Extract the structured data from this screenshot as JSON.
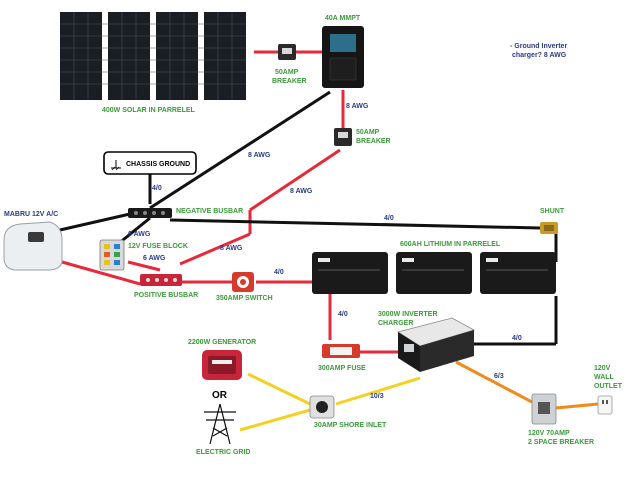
{
  "labels": {
    "solar": "400W SOLAR IN PARRELEL",
    "mppt": "40A MMPT",
    "breaker_top_1": "50AMP",
    "breaker_top_2": "BREAKER",
    "breaker_mid_1": "50AMP",
    "breaker_mid_2": "BREAKER",
    "awg8_a": "8 AWG",
    "awg8_b": "8 AWG",
    "awg8_c": "8 AWG",
    "awg8_d": "8 AWG",
    "note_1": "- Ground Inverter",
    "note_2": "charger? 8 AWG",
    "chassis": "CHASSIS GROUND",
    "ac": "MABRU 12V A/C",
    "neg_busbar": "NEGATIVE BUSBAR",
    "fuse_block": "12V FUSE BLOCK",
    "awg6_a": "6 AWG",
    "awg6_b": "6 AWG",
    "pos_busbar": "POSITIVE BUSBAR",
    "switch": "350AMP SWITCH",
    "lithium": "600AH LITHIUM IN PARRELEL",
    "shunt": "SHUNT",
    "g40_a": "4/0",
    "g40_b": "4/0",
    "g40_c": "4/0",
    "g40_d": "4/0",
    "g40_e": "4/0",
    "inverter_1": "3000W INVERTER",
    "inverter_2": "CHARGER",
    "fuse300": "300AMP FUSE",
    "generator": "2200W GENERATOR",
    "or": "OR",
    "grid": "ELECTRIC GRID",
    "shore": "30AMP SHORE INLET",
    "g103": "10/3",
    "g63": "6/3",
    "breaker_ac_1": "120V 70AMP",
    "breaker_ac_2": "2 SPACE BREAKER",
    "outlet_1": "120V",
    "outlet_2": "WALL",
    "outlet_3": "OUTLET"
  },
  "colors": {
    "positive": "#e8293a",
    "negative": "#111111",
    "ac_wire": "#f5d020",
    "ac_out": "#f08a1c",
    "label_green": "#3a9a3a",
    "label_blue": "#2a3a8a"
  }
}
